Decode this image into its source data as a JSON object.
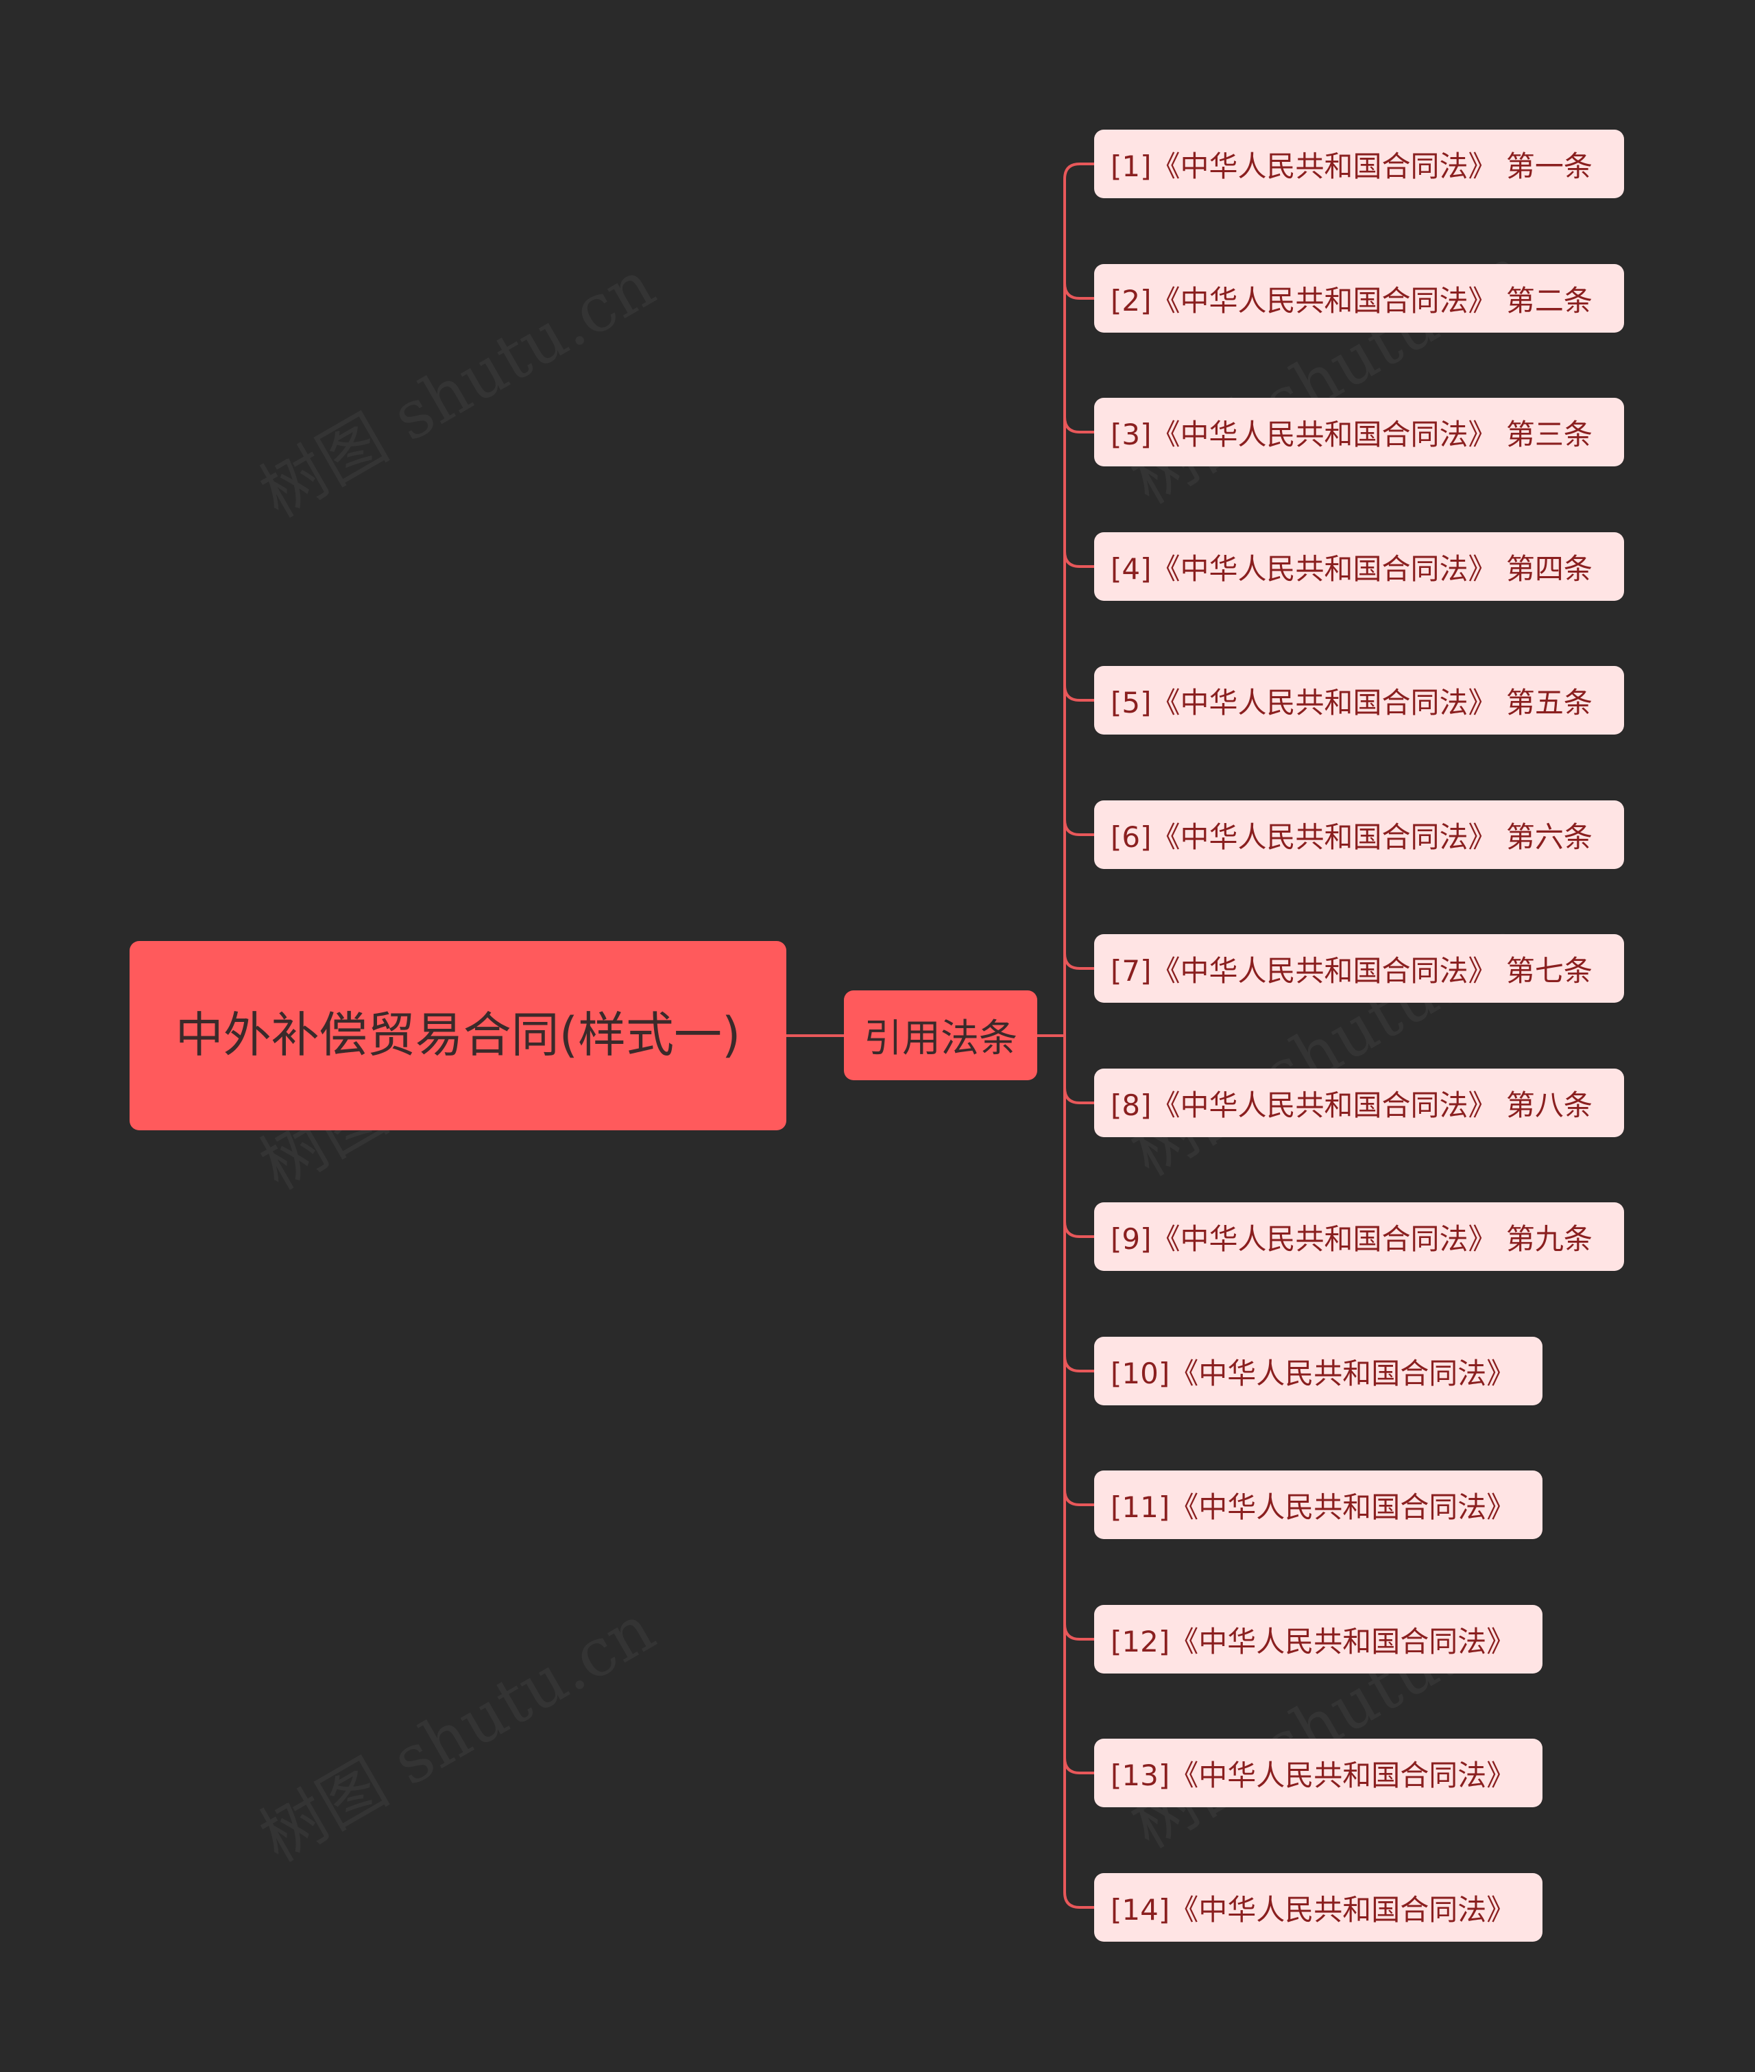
{
  "root": {
    "label": "中外补偿贸易合同(样式一)"
  },
  "branch": {
    "label": "引用法条"
  },
  "leaves": [
    "[1]《中华人民共和国合同法》 第一条",
    "[2]《中华人民共和国合同法》 第二条",
    "[3]《中华人民共和国合同法》 第三条",
    "[4]《中华人民共和国合同法》 第四条",
    "[5]《中华人民共和国合同法》 第五条",
    "[6]《中华人民共和国合同法》 第六条",
    "[7]《中华人民共和国合同法》 第七条",
    "[8]《中华人民共和国合同法》 第八条",
    "[9]《中华人民共和国合同法》 第九条",
    "[10]《中华人民共和国合同法》",
    "[11]《中华人民共和国合同法》",
    "[12]《中华人民共和国合同法》",
    "[13]《中华人民共和国合同法》",
    "[14]《中华人民共和国合同法》"
  ],
  "watermark": "树图 shutu.cn",
  "colors": {
    "background": "#2a2a2a",
    "node": "#ff5a5c",
    "leaf": "#ffe4e4",
    "leaf_text": "#8a1f1f",
    "connector": "#e8585a"
  }
}
